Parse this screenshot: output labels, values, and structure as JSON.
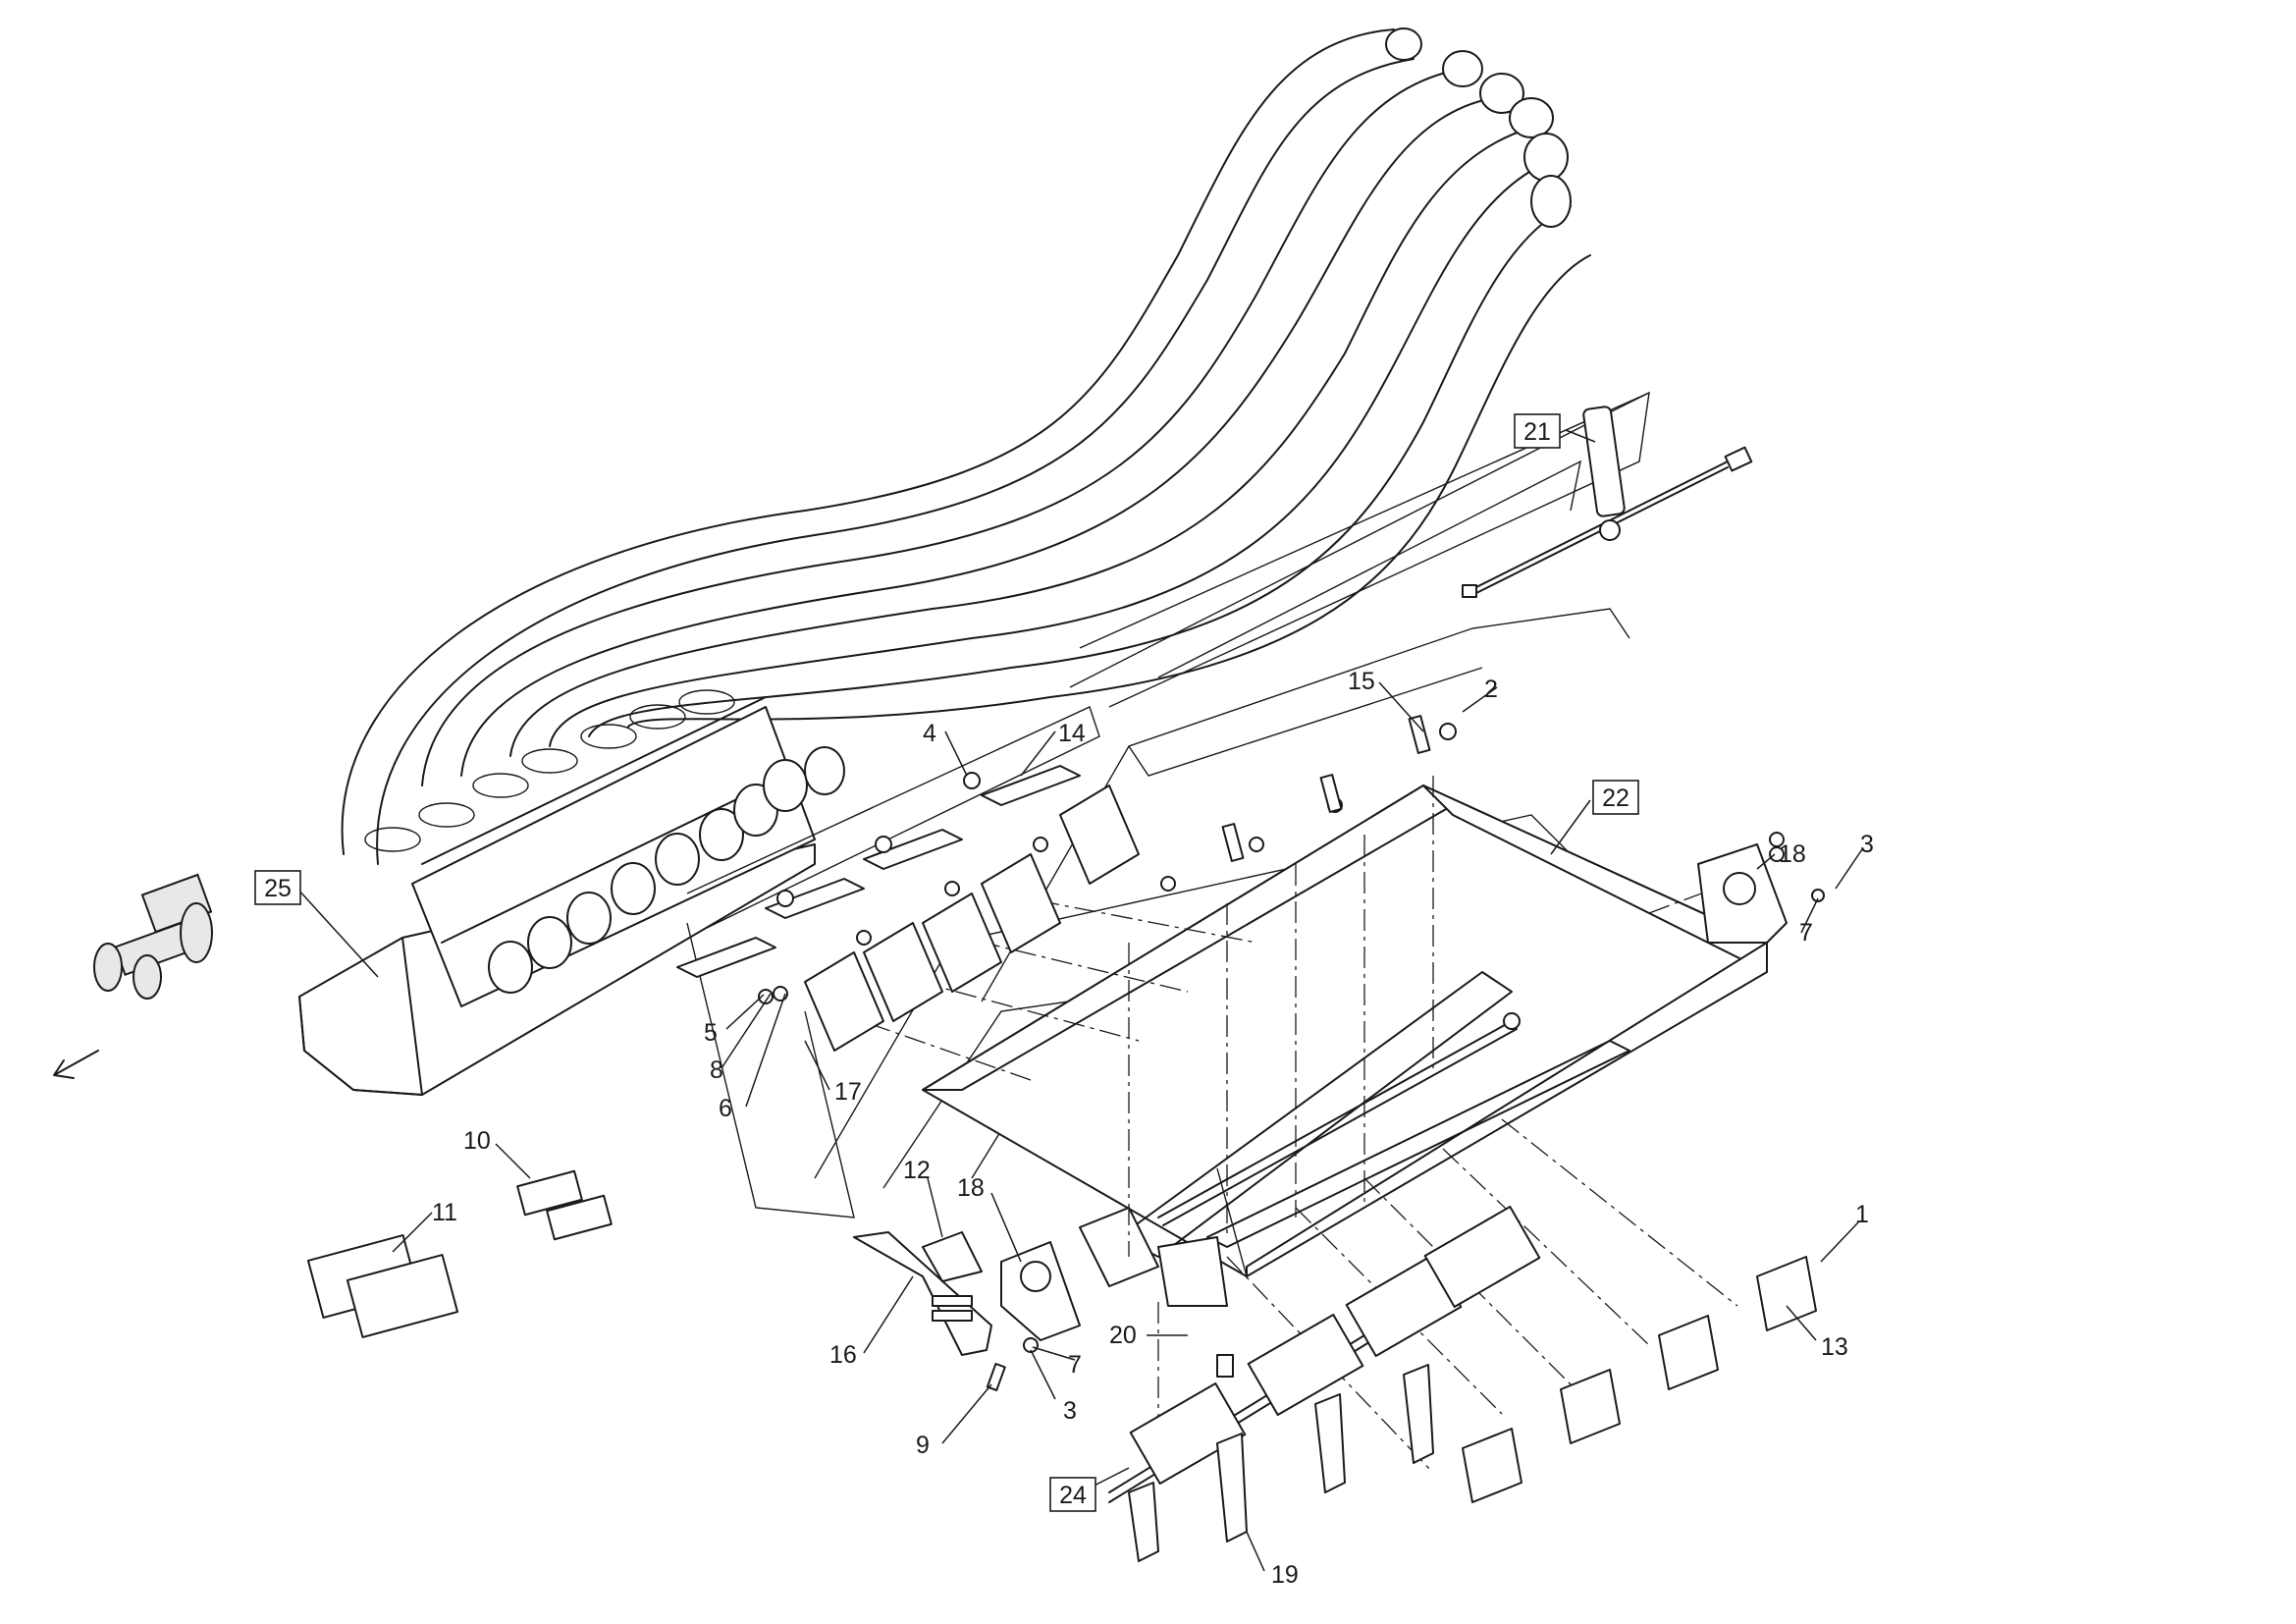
{
  "drawing": {
    "callouts": [
      {
        "id": "c1",
        "text": "1"
      },
      {
        "id": "c2",
        "text": "2"
      },
      {
        "id": "c3a",
        "text": "3"
      },
      {
        "id": "c3b",
        "text": "3"
      },
      {
        "id": "c4",
        "text": "4"
      },
      {
        "id": "c5",
        "text": "5"
      },
      {
        "id": "c6",
        "text": "6"
      },
      {
        "id": "c7a",
        "text": "7"
      },
      {
        "id": "c7b",
        "text": "7"
      },
      {
        "id": "c8",
        "text": "8"
      },
      {
        "id": "c9",
        "text": "9"
      },
      {
        "id": "c10",
        "text": "10"
      },
      {
        "id": "c11",
        "text": "11"
      },
      {
        "id": "c12",
        "text": "12"
      },
      {
        "id": "c13",
        "text": "13"
      },
      {
        "id": "c14",
        "text": "14"
      },
      {
        "id": "c15",
        "text": "15"
      },
      {
        "id": "c16",
        "text": "16"
      },
      {
        "id": "c17",
        "text": "17"
      },
      {
        "id": "c18a",
        "text": "18"
      },
      {
        "id": "c18b",
        "text": "18"
      },
      {
        "id": "c19",
        "text": "19"
      },
      {
        "id": "c20",
        "text": "20"
      }
    ],
    "boxed_callouts": [
      {
        "id": "b21",
        "text": "21"
      },
      {
        "id": "b22",
        "text": "22"
      },
      {
        "id": "b24",
        "text": "24"
      },
      {
        "id": "b25",
        "text": "25"
      }
    ],
    "icons": [
      "tractor-direction-icon",
      "direction-arrow-icon"
    ]
  }
}
